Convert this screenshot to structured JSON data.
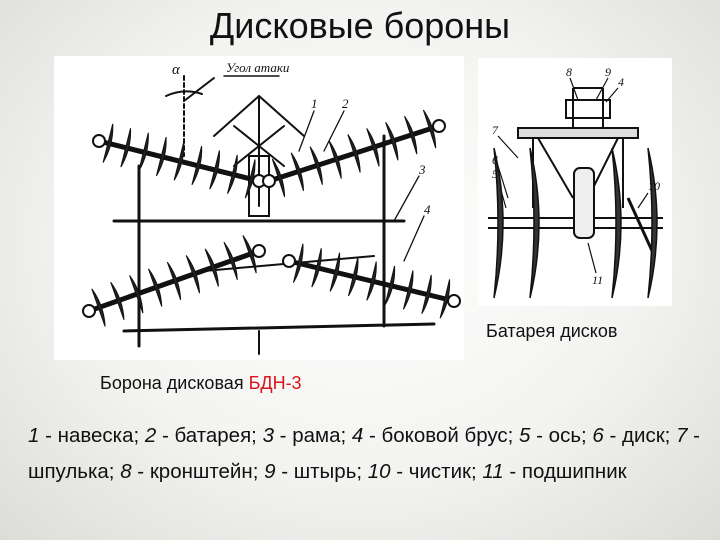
{
  "title": "Дисковые бороны",
  "harrow_figure": {
    "angle_label": "Угол атаки",
    "alpha": "α",
    "numbers": [
      "1",
      "2",
      "3",
      "4"
    ]
  },
  "battery_figure": {
    "numbers": [
      "8",
      "9",
      "4",
      "7",
      "6",
      "5",
      "10",
      "11"
    ]
  },
  "caption_battery": "Батарея дисков",
  "caption_harrow": {
    "prefix": "Борона дисковая ",
    "model": "БДН-3"
  },
  "legend": [
    {
      "num": "1",
      "text": " - навеска; "
    },
    {
      "num": "2",
      "text": " - батарея; "
    },
    {
      "num": "3",
      "text": " - рама; "
    },
    {
      "num": "4",
      "text": " - боковой брус; "
    },
    {
      "num": "5",
      "text": " - ось; "
    },
    {
      "num": "6",
      "text": " - диск; "
    },
    {
      "num": "7",
      "text": " - шпулька; "
    },
    {
      "num": "8",
      "text": " - кронштейн; "
    },
    {
      "num": "9",
      "text": " - штырь; "
    },
    {
      "num": "10",
      "text": " - чистик; "
    },
    {
      "num": "11",
      "text": " - подшипник"
    }
  ],
  "colors": {
    "model_accent": "#d8141c",
    "ink": "#111111"
  }
}
